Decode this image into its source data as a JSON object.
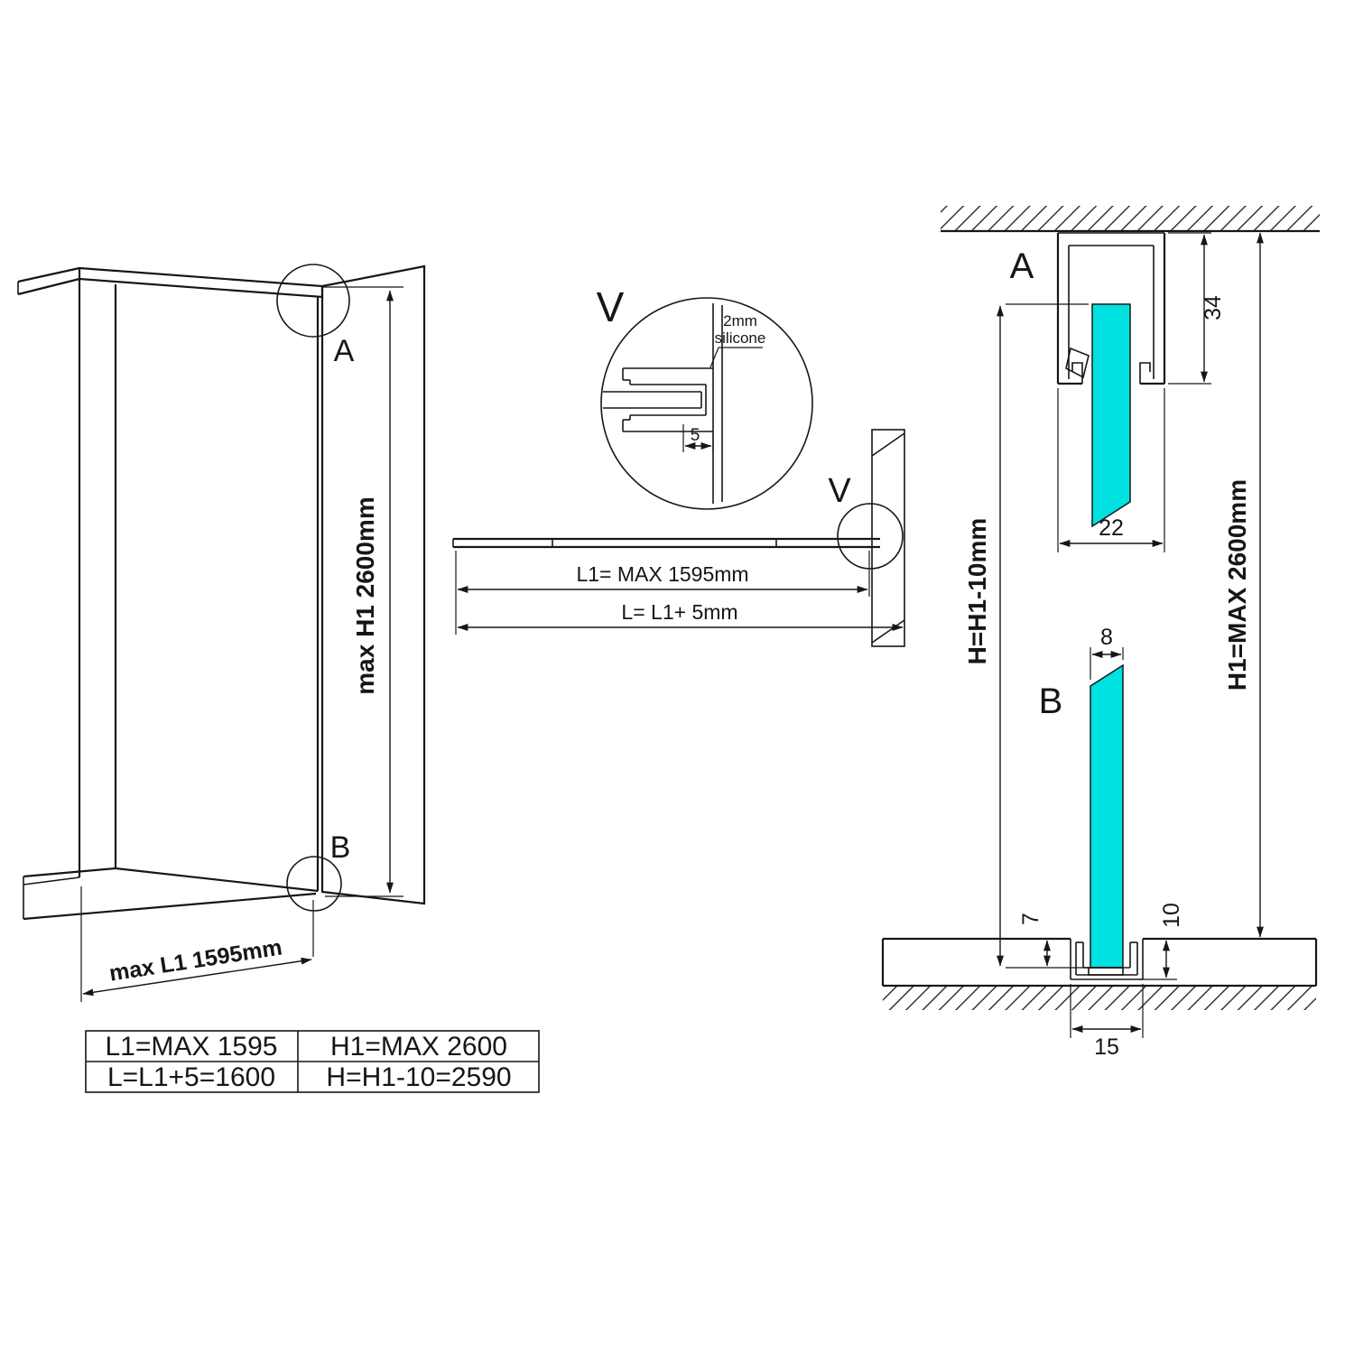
{
  "colors": {
    "glass": "#00e1e1",
    "line": "#161616"
  },
  "perspective": {
    "label_a": "A",
    "label_b": "B",
    "dim_height": "max H1 2600mm",
    "dim_length": "max L1 1595mm"
  },
  "detail": {
    "label": "V",
    "note_line1": "2mm",
    "note_line2": "silicone",
    "dim_depth": "5"
  },
  "top_view": {
    "label": "V",
    "dim_l1": "L1= MAX 1595mm",
    "dim_l": "L= L1+ 5mm"
  },
  "section_a": {
    "label": "A",
    "dim_profile_height": "34",
    "dim_profile_width": "22"
  },
  "section_b": {
    "label": "B",
    "dim_glass_thickness": "8",
    "dim_reveal": "7",
    "dim_recess_depth": "10",
    "dim_channel_width": "15"
  },
  "heights": {
    "dim_h": "H=H1-10mm",
    "dim_h1": "H1=MAX 2600mm"
  },
  "table": {
    "rows": [
      [
        "L1=MAX 1595",
        "H1=MAX 2600"
      ],
      [
        "L=L1+5=1600",
        "H=H1-10=2590"
      ]
    ]
  }
}
